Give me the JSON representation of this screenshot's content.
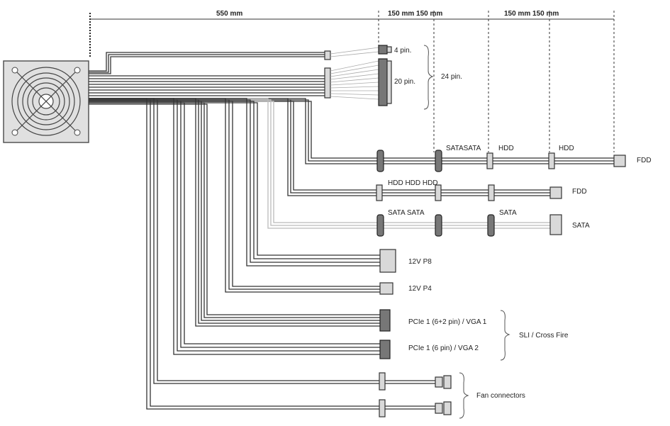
{
  "dimensions": {
    "main": "550 mm",
    "pair1": "150 mm 150 mm",
    "pair2": "150 mm 150 mm"
  },
  "labels": {
    "pin4": "4 pin.",
    "pin20": "20 pin.",
    "pin24": "24 pin.",
    "sata_sata_top": "SATASATA",
    "hdd_a": "HDD",
    "hdd_b": "HDD",
    "fdd_top": "FDD",
    "hdd_row": "HDD HDD HDD",
    "fdd_mid": "FDD",
    "sata_sata_row": "SATA SATA",
    "sata_mid": "SATA",
    "sata_end": "SATA",
    "p8": "12V P8",
    "p4": "12V P4",
    "pcie1": "PCIe 1 (6+2 pin) / VGA 1",
    "pcie2": "PCIe 1 (6 pin) / VGA 2",
    "sli": "SLI / Cross Fire",
    "fan": "Fan connectors"
  }
}
